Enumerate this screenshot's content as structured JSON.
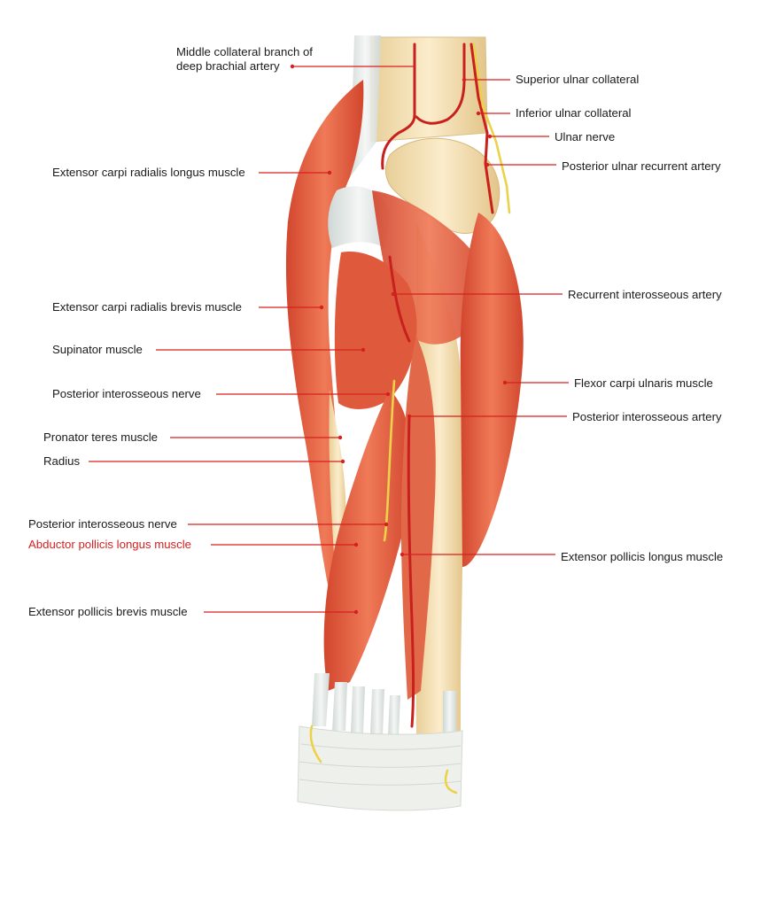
{
  "colors": {
    "leader": "#d6201f",
    "muscle": "#e8664a",
    "muscle_dark": "#c9432c",
    "bone": "#f3e2b8",
    "tendon": "#e9ecea",
    "artery": "#c8201d",
    "nerve": "#ecd24a",
    "highlight_label": "#d6201f"
  },
  "labels": {
    "middle_collateral": {
      "line1": "Middle collateral branch of",
      "line2": "deep brachial artery"
    },
    "superior_ulnar_collateral": "Superior ulnar collateral",
    "inferior_ulnar_collateral": "Inferior ulnar collateral",
    "ulnar_nerve": "Ulnar nerve",
    "posterior_ulnar_recurrent": "Posterior ulnar recurrent artery",
    "ecrl": "Extensor carpi radialis longus muscle",
    "ecrb": "Extensor carpi radialis brevis muscle",
    "recurrent_interosseous": "Recurrent interosseous artery",
    "supinator": "Supinator muscle",
    "posterior_interosseous_nerve_1": "Posterior interosseous nerve",
    "flexor_carpi_ulnaris": "Flexor carpi ulnaris muscle",
    "posterior_interosseous_artery": "Posterior interosseous artery",
    "pronator_teres": "Pronator teres muscle",
    "radius": "Radius",
    "posterior_interosseous_nerve_2": "Posterior interosseous nerve",
    "abductor_pollicis_longus": "Abductor pollicis longus muscle",
    "extensor_pollicis_longus": "Extensor pollicis longus muscle",
    "extensor_pollicis_brevis": "Extensor pollicis brevis muscle"
  }
}
